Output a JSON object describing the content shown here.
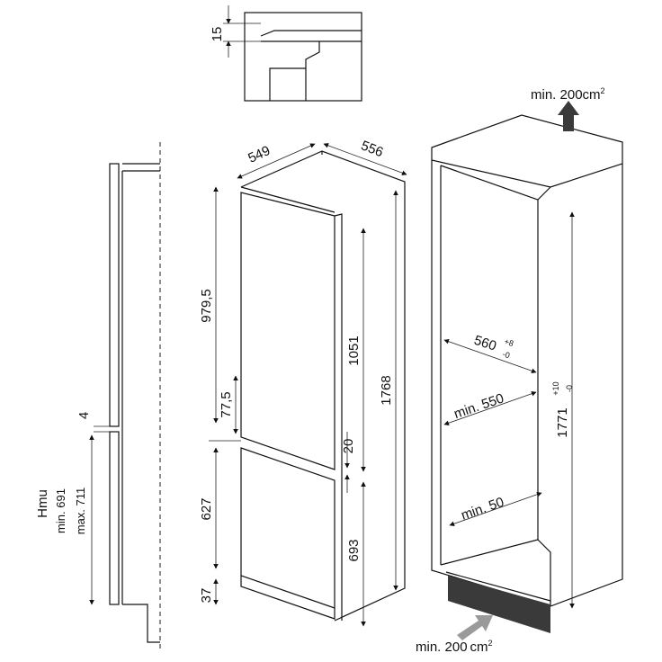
{
  "detail": {
    "gap": "15"
  },
  "left_section": {
    "gap": "4",
    "title": "Hmu",
    "min": "min. 691",
    "max": "max. 711"
  },
  "appliance": {
    "width": "549",
    "depth": "556",
    "upper_door": "979,5",
    "total_height": "1768",
    "upper_height": "1051",
    "door_offset": "77,5",
    "gap_between_doors": "20",
    "lower_door": "627",
    "lower_height": "693",
    "base": "37"
  },
  "niche": {
    "vent_top": "min. 200",
    "vent_top_unit": "cm",
    "vent_top_sup": "2",
    "width_main": "560",
    "width_tol_plus": "+8",
    "width_tol_minus": "-0",
    "width_min": "min. 550",
    "depth_min": "min. 50",
    "height_main": "1771",
    "height_tol_plus": "+10",
    "height_tol_minus": "-0",
    "vent_bottom": "min. 200",
    "vent_bottom_unit": "cm",
    "vent_bottom_sup": "2"
  }
}
